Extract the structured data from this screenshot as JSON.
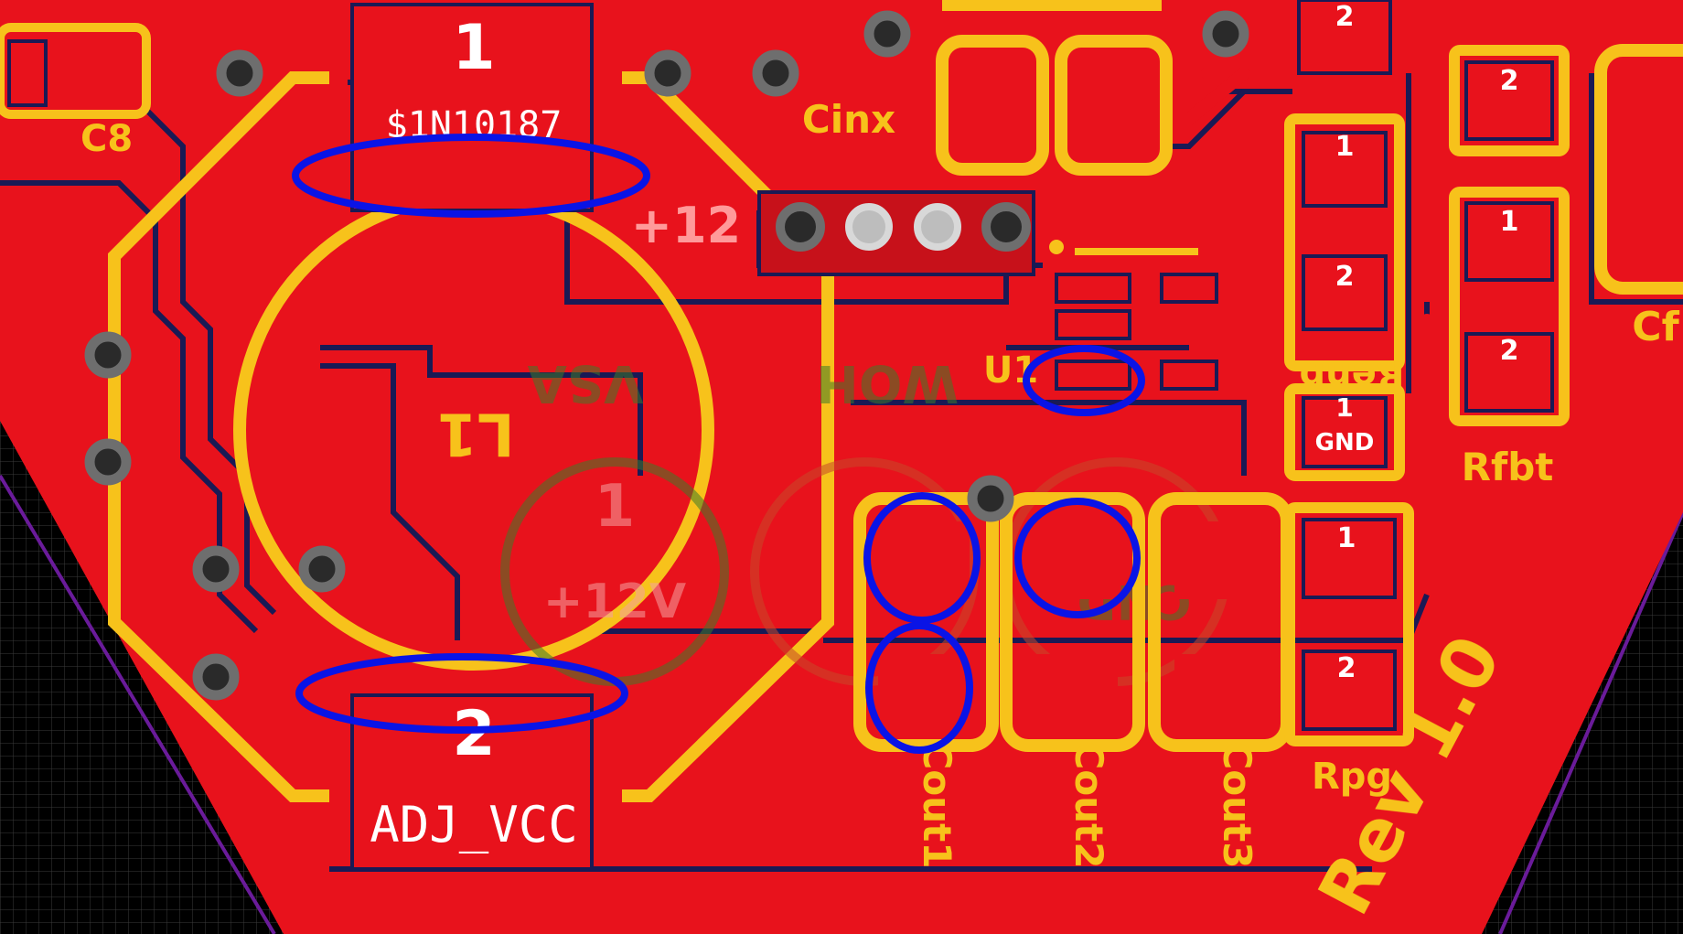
{
  "colors": {
    "background": "#000000",
    "grid": "#3a3a3a",
    "copper": "#e8121c",
    "copper_dark": "#bf0f18",
    "gap": "#1a1a55",
    "silkscreen": "#f7c21b",
    "pad_text": "#ffffff",
    "annotation": "#0a14e6",
    "outline": "#6a1b9a",
    "via_ring": "#6e6e6e",
    "via_hole": "#2a2a2a",
    "bottom_silk": "#3f7a2a"
  },
  "designators": {
    "c8": "C8",
    "cinx": "Cinx",
    "l1": "L1",
    "u1": "U1",
    "renb": "Renb",
    "rfbt": "Rfbt",
    "cf": "Cf",
    "cout1": "Cout1",
    "cout2": "Cout2",
    "cout3": "Cout3",
    "rpg": "Rpg",
    "rev": "Rev 1.0"
  },
  "pads": {
    "l1_pin1_num": "1",
    "l1_pin1_net": "$1N10187",
    "l1_pin2_num": "2",
    "l1_pin2_net": "ADJ_VCC",
    "header_net": "+12",
    "cinx_pin": "2",
    "renb_pin1": "1",
    "renb_pin2": "2",
    "rfbt_pin2_top": "2",
    "rfbt_pin1": "1",
    "rfbt_pin2": "2",
    "gnd_pin": "1",
    "gnd_net": "GND",
    "rpg_pin1": "1",
    "rpg_pin2": "2"
  },
  "bottom_layer_text": {
    "plus12v": "+12V",
    "pin1": "1",
    "mirrored_left": "VSA",
    "mirrored_mid": "WOH",
    "mirrored_right": "CND"
  }
}
